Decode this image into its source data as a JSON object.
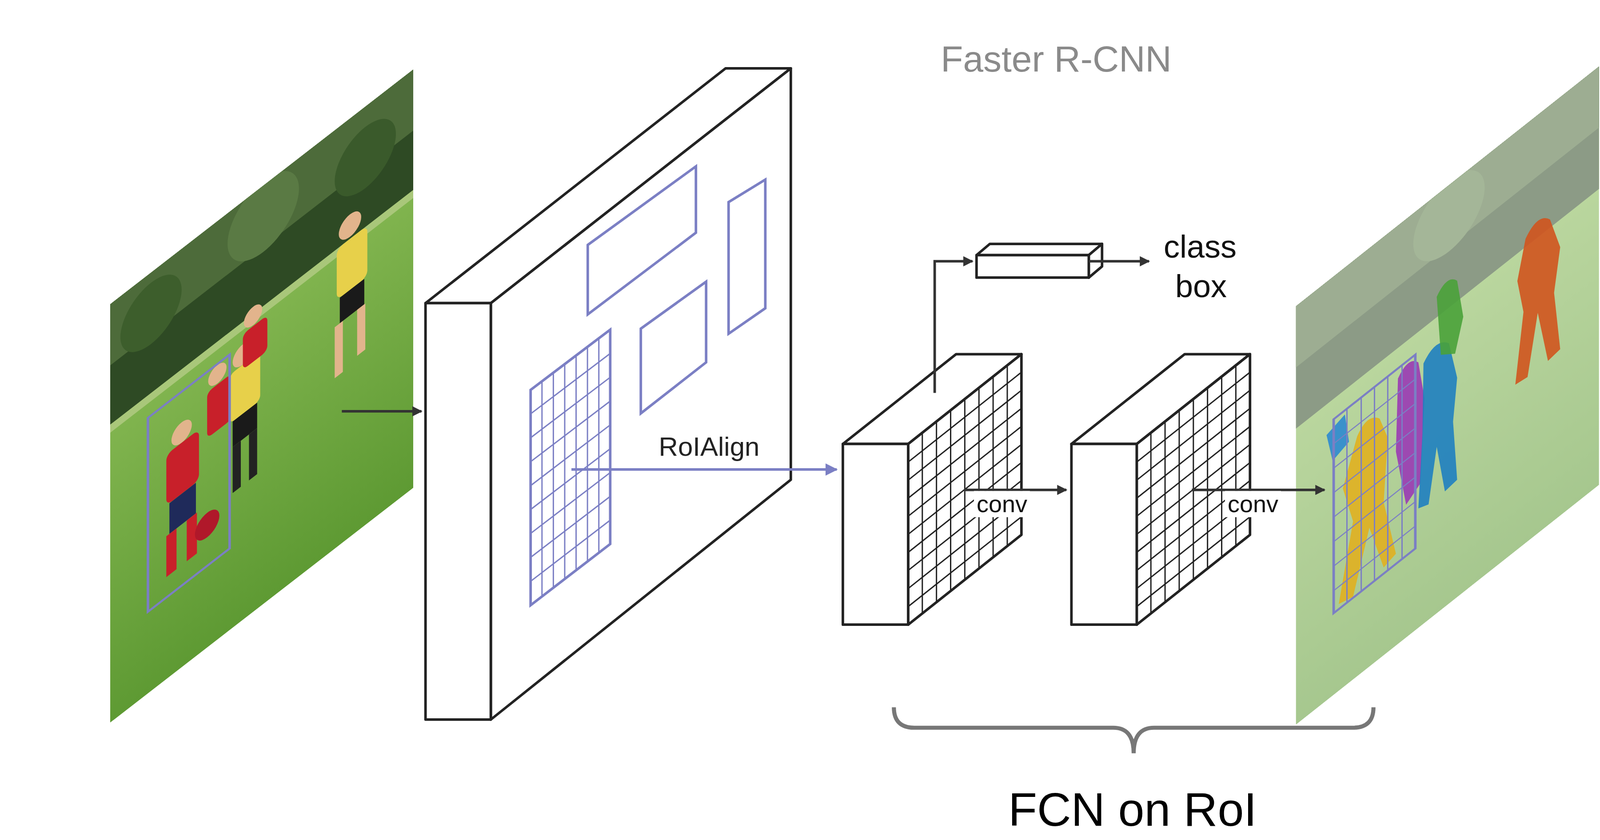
{
  "diagram": {
    "nodes": [
      {
        "text": [
          "Faster R-CNN"
        ]
      }
    ],
    "labels": [
      "RoIAlign",
      "class",
      "box",
      "conv",
      "conv",
      "FCN on RoI"
    ]
  }
}
